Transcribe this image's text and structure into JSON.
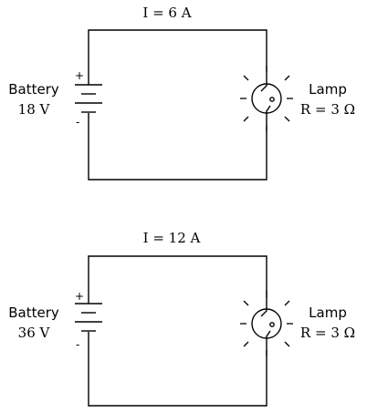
{
  "circuits": [
    {
      "current_label": "I = 6 A",
      "battery": {
        "name": "Battery",
        "voltage": "18 V",
        "plus": "+",
        "minus": "-"
      },
      "lamp": {
        "name": "Lamp",
        "resistance": "R = 3 Ω"
      }
    },
    {
      "current_label": "I = 12 A",
      "battery": {
        "name": "Battery",
        "voltage": "36 V",
        "plus": "+",
        "minus": "-"
      },
      "lamp": {
        "name": "Lamp",
        "resistance": "R = 3 Ω"
      }
    }
  ]
}
